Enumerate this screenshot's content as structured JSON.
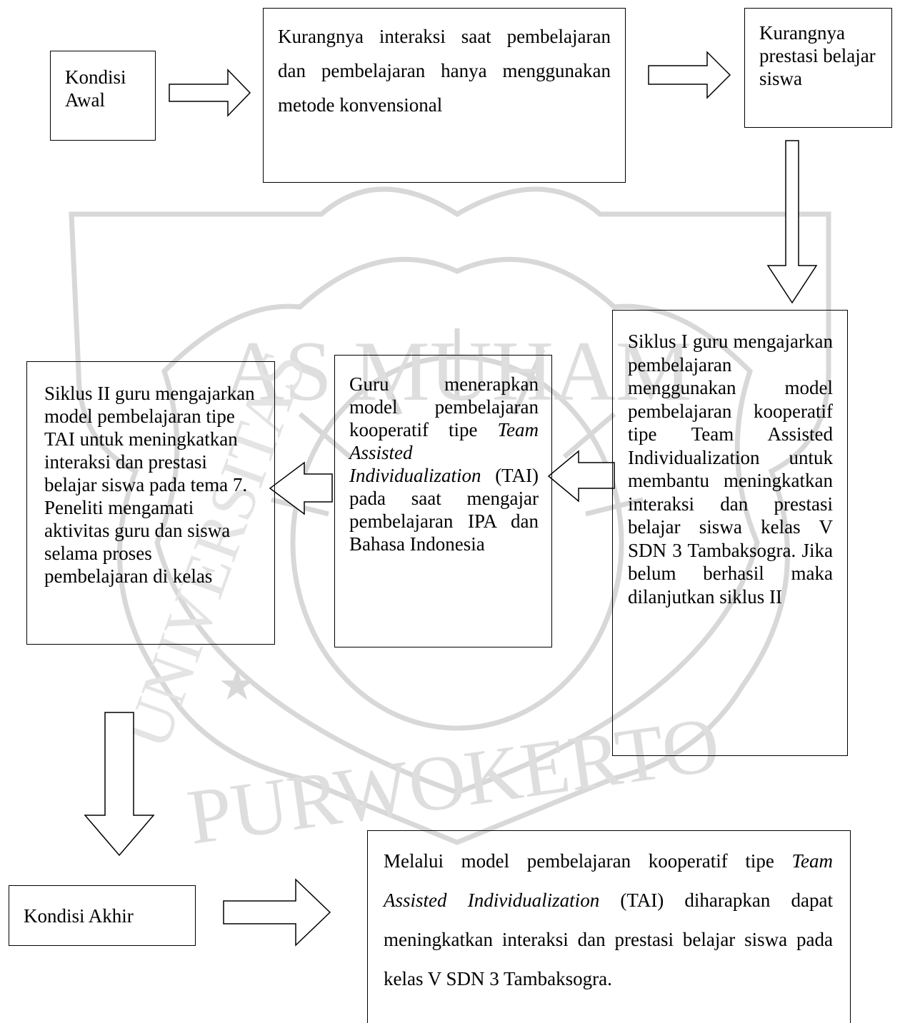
{
  "boxes": {
    "kondisi_awal": "Kondisi Awal",
    "problem_interaction": "Kurangnya interaksi saat pembelajaran dan pembelajaran hanya menggunakan metode konvensional",
    "problem_achievement": "Kurangnya prestasi belajar siswa",
    "siklus_1": "Siklus I guru mengajarkan pembelajaran menggunakan model pembelajaran kooperatif tipe Team Assisted Individualization untuk membantu meningkatkan interaksi dan prestasi belajar siswa kelas V SDN 3 Tambaksogra. Jika belum berhasil maka dilanjutkan siklus II",
    "guru_menerapkan": "Guru menerapkan model pembelajaran kooperatif tipe Team Assisted Individualization (TAI) pada saat mengajar pembelajaran IPA dan Bahasa Indonesia",
    "siklus_2": "Siklus II guru mengajarkan model pembelajaran tipe TAI untuk meningkatkan interaksi dan prestasi belajar siswa pada tema 7. Peneliti mengamati aktivitas guru dan siswa selama proses pembelajaran di kelas",
    "kondisi_akhir": "Kondisi Akhir",
    "hasil": "Melalui model pembelajaran kooperatif tipe Team Assisted Individualization (TAI) diharapkan dapat meningkatkan interaksi dan prestasi belajar siswa pada kelas V SDN 3 Tambaksogra."
  },
  "watermark": {
    "top_text": "AS MUHAM",
    "bottom_text": "PURWOKERTO",
    "left_text": "UNIVERSITAS"
  },
  "colors": {
    "line": "#000000",
    "watermark": "#d4d4d4"
  }
}
